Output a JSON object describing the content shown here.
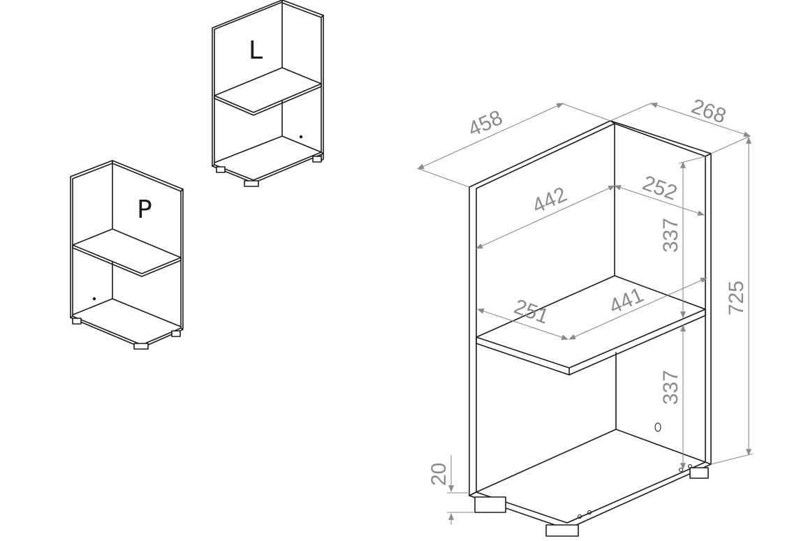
{
  "variants": [
    {
      "label": "L"
    },
    {
      "label": "P"
    }
  ],
  "dimensions": {
    "width_outer": "458",
    "depth_outer": "268",
    "depth_inner": "252",
    "width_inner_top": "442",
    "height_upper": "337",
    "height_total": "725",
    "shelf_width": "441",
    "shelf_depth": "251",
    "height_lower": "337",
    "foot_height": "20"
  },
  "colors": {
    "line": "#1a1a1a",
    "dimension": "#8a8a8a",
    "background": "#ffffff"
  }
}
